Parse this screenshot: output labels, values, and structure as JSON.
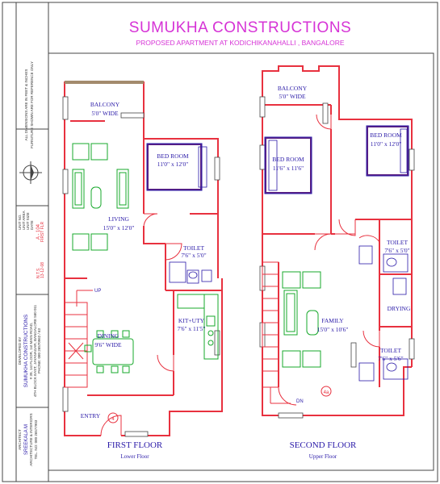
{
  "header": {
    "title": "SUMUKHA CONSTRUCTIONS",
    "subtitle": "PROPOSED APARTMENT AT KODICHIKANAHALLI , BANGALORE"
  },
  "first_floor": {
    "caption": "FIRST FLOOR",
    "sub_caption": "Lower Floor",
    "rooms": {
      "balcony_name": "BALCONY",
      "balcony_size": "5'0\" WIDE",
      "bedroom_name": "BED ROOM",
      "bedroom_size": "11'0\" x 12'0\"",
      "living_name": "LIVING",
      "living_size": "15'0\" x 12'0\"",
      "toilet_name": "TOILET",
      "toilet_size": "7'6\" x 5'0\"",
      "kitchen_name": "KIT+UTY",
      "kitchen_size": "7'6\" x 11'5\"",
      "dining_name": "DINING",
      "dining_size": "9'6\" WIDE",
      "entry_name": "ENTRY",
      "up_label": "UP",
      "unit_marker": "4"
    }
  },
  "second_floor": {
    "caption": "SECOND FLOOR",
    "sub_caption": "Upper Floor",
    "rooms": {
      "balcony_name": "BALCONY",
      "balcony_size": "5'0\" WIDE",
      "bedroom1_name": "BED ROOM",
      "bedroom1_size": "11'6\" x 11'6\"",
      "bedroom2_name": "BED ROOM",
      "bedroom2_size": "11'0\" x 12'0\"",
      "toilet1_name": "TOILET",
      "toilet1_size": "7'6\" x 5'0\"",
      "drying_name": "DRYING",
      "family_name": "FAMILY",
      "family_size": "15'0\" x 10'6\"",
      "toilet2_name": "TOILET",
      "toilet2_size": "7'6\" x 5'6\"",
      "dn_label": "DN",
      "unit_marker": "4a"
    }
  },
  "title_block": {
    "notes_a": "ALL DIMENSIONS ARE IN FEET & INCHES",
    "notes_b": "FURNITURE SHOWN ARE FOR REFERENCE ONLY",
    "scale_rows": [
      "UNIT NO.",
      "UNIT AREA",
      "UNIT SIZE",
      "DATE",
      "A - 104",
      "FIRST FLR",
      "N.T.S.",
      "13-12-08"
    ],
    "client_label": "DEVELOPED BY",
    "company": "SUMUKHA CONSTRUCTIONS",
    "address_1": "# 39, 1st FLOOR, 1st MAIN ROAD,",
    "address_2": "4TH BLOCK EAST, JAYANAGAR, BANGALORE 560 011",
    "phone": "PHONE: 080 26570962 / 63",
    "architect_label": "ARCHITECT",
    "architect": "SREEKALA M",
    "architect_sub": "ARCHITECTURE & INTERIORS",
    "architect_phone": "TEL. NO: 080 26577903"
  },
  "colors": {
    "wall": "#e8313f",
    "furniture": "#17a82b",
    "stair": "#e8313f",
    "title": "#d633d6",
    "text": "#2a1aa8",
    "fixture": "#2a1aa8",
    "border": "#444444"
  }
}
